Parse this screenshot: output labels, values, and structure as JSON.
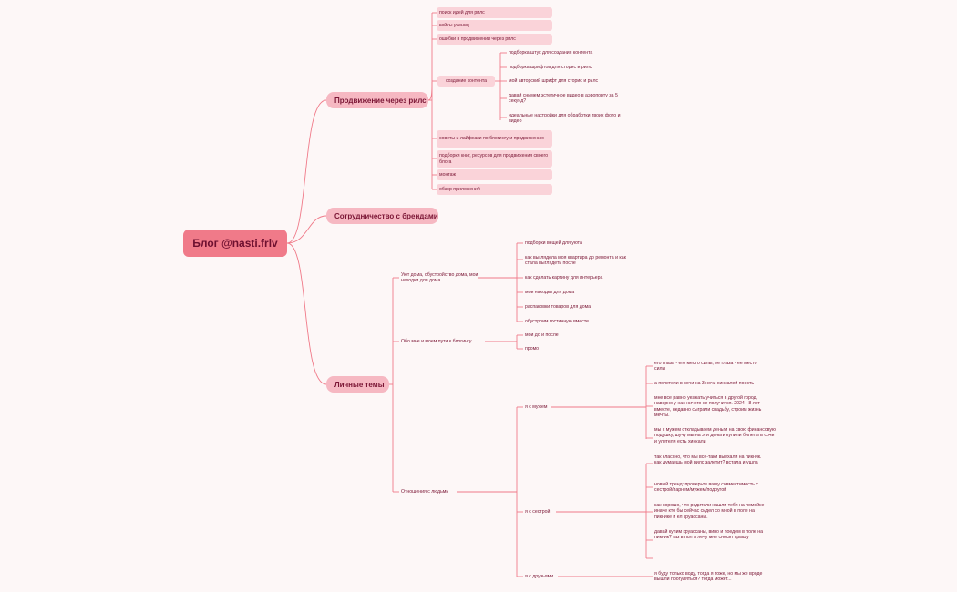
{
  "map": {
    "root": "Блог @nasti.frlv",
    "branch1": {
      "label": "Продвижение через рилс",
      "items": {
        "reels_ideas": "поиск идей для рилс",
        "student_cases": "кейсы учениц",
        "mistakes": "ошибки в продвижении через рилс",
        "content_creation": "создание контента",
        "blog_tips": "советы и лайфхаки по блогингу и продвижению",
        "books": "подборки книг, ресурсов для продвижения своего блога",
        "editing": "монтаж",
        "apps": "обзор приложений"
      },
      "content_sub": {
        "gadgets": "подборка штук для создания контента",
        "fonts": "подборка шрифтов для сторис и рилс",
        "my_font": "мой авторский шрифт для сторис и рилс",
        "airport_video": "давай снимем эстетичное видео в аэропорту за 5 секунд?",
        "settings": "идеальные настройки для обработки твоих фото и видео"
      }
    },
    "branch2": {
      "label": "Сотрудничество с брендами"
    },
    "branch3": {
      "label": "Личные темы",
      "home": {
        "label": "Уют дома, обустройство дома, мои находки для дома",
        "items": {
          "cozy": "подборки вещей для уюта",
          "apartment": "как выглядела моя квартира до ремонта и как стала выглядеть после",
          "picture": "как сделать картину для интерьера",
          "finds": "мои находки для дома",
          "unboxing": "распаковки товаров для дома",
          "living_room": "обустроим гостинную вместе"
        }
      },
      "about": {
        "label": "Обо мне и моем пути к блогингу",
        "items": {
          "before_after": "мои до и после",
          "promo": "промо"
        }
      },
      "relations": {
        "label": "Отношения с людьми",
        "husband": {
          "label": "я с мужем",
          "items": {
            "eyes": "его глаза - его место силы, ее глаза - ее место силы",
            "sochi": "а полетели в сочи на 3 ночи хинкалей поесть",
            "study": "мне все равно уезжать учиться в другой город, наверно у нас ничего не получится. 2024 - 8 лет вместе, недавно сыграли свадьбу, строим жизнь мечты.",
            "saving": "мы с мужем откладываем деньги на свою финансовую подушку, шучу мы на эти деньги купили билеты в сочи и улетели есть хинкали"
          }
        },
        "sister": {
          "label": "я с сестрой",
          "items": {
            "picnic": "так классно, что мы все-таки выехали на пикник. как думаешь мой рилс залетит? встала и ушла",
            "trend": "новый тренд: проверьте вашу совместимость с сестрой/парнем/мужем/подругой",
            "parents": "как хорошо, что родители нашли тебя на помойке иначе кто бы сейчас сидел со мной в поле на пикнике и ел круассаны.",
            "croissants": "давай купим круассаны, вино и поедем в поле на пикник? газ в пол я лечу мне сносит крышу"
          }
        },
        "friends": {
          "label": "я с друзьями",
          "items": {
            "walk": "я буду только воду, тогда я тоже, но мы же вроде вышли прогуляться? тогда может..."
          }
        }
      }
    }
  },
  "colors": {
    "root": "#f07a89",
    "main": "#f6b8c2",
    "box": "#fad3d9",
    "line": "#f07a89",
    "text": "#7a1534"
  }
}
